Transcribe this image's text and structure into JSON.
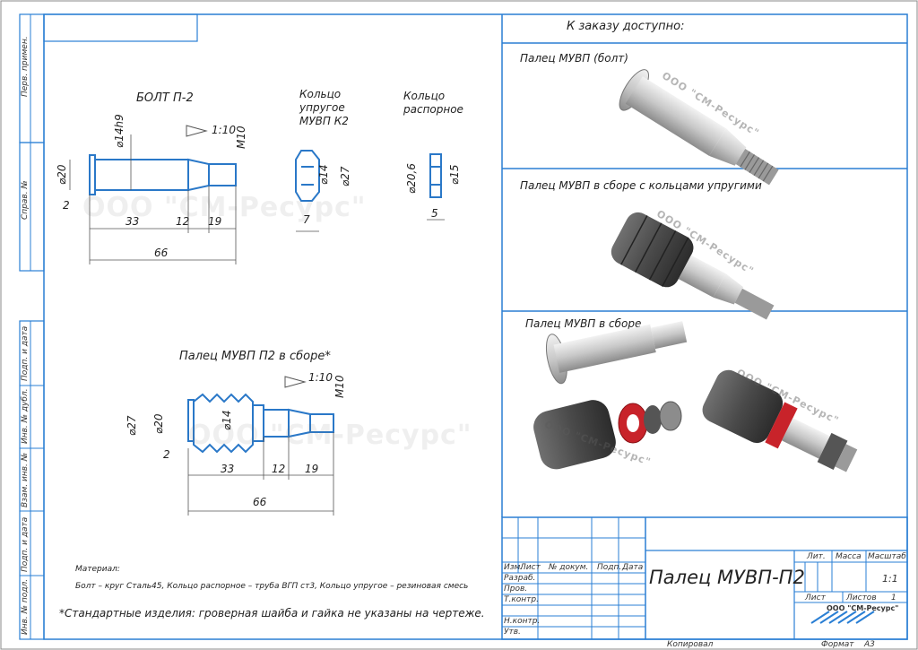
{
  "side_stamps": [
    "Перв. примен.",
    "Справ. №",
    "Подп. и дата",
    "Инв. № дубл.",
    "Взам. инв. №",
    "Подп. и дата",
    "Инв. № подл."
  ],
  "drawing": {
    "bolt": {
      "title": "БОЛТ П-2",
      "dims": {
        "shank_dia": "⌀14h9",
        "taper": "1:10",
        "thread": "M10",
        "head_dia": "⌀20",
        "head_len": "2",
        "l1": "33",
        "l2": "12",
        "l3": "19",
        "total": "66"
      }
    },
    "elastic_ring": {
      "title_lines": [
        "Кольцо",
        "упругое",
        "МУВП К2"
      ],
      "dims": {
        "inner": "⌀14",
        "outer": "⌀27",
        "width": "7"
      }
    },
    "spacer_ring": {
      "title_lines": [
        "Кольцо",
        "распорное"
      ],
      "dims": {
        "outer": "⌀20,6",
        "inner": "⌀15",
        "width": "5"
      }
    },
    "assembly": {
      "title": "Палец МУВП П2 в сборе*",
      "dims": {
        "taper": "1:10",
        "thread": "M10",
        "ring_dia": "⌀27",
        "head_dia": "⌀20",
        "inner": "⌀14",
        "head_len": "2",
        "l1": "33",
        "l2": "12",
        "l3": "19",
        "total": "66"
      }
    },
    "watermark": "ООО \"СМ-Ресурс\"",
    "material_title": "Материал:",
    "material_text": "Болт – круг Сталь45, Кольцо распорное – труба ВГП ст3, Кольцо упругое – резиновая смесь",
    "footnote": "*Стандартные изделия: гроверная шайба и гайка не указаны на чертеже."
  },
  "panel": {
    "header": "К заказу доступно:",
    "items": [
      {
        "title": "Палец МУВП (болт)"
      },
      {
        "title": "Палец МУВП в сборе с кольцами упругими"
      },
      {
        "title": "Палец МУВП в сборе"
      }
    ],
    "photo_watermark": "ООО \"СМ-Ресурс\""
  },
  "title_block": {
    "col_headers": [
      "Изм.",
      "Лист",
      "№ докум.",
      "Подп.",
      "Дата"
    ],
    "rows": [
      "Разраб.",
      "Пров.",
      "Т.контр.",
      "",
      "Н.контр.",
      "Утв."
    ],
    "name": "Палец МУВП-П2",
    "lit": "Лит.",
    "mass": "Масса",
    "scale_label": "Масштаб",
    "scale": "1:1",
    "sheet": "Лист",
    "sheets": "Листов",
    "sheets_count": "1",
    "company": "ООО \"СМ-Ресурс\"",
    "copied": "Копировал",
    "format_label": "Формат",
    "format": "А3"
  },
  "colors": {
    "line": "#2a78c8",
    "frame": "#2a7fd4",
    "ring": "#c8232a"
  }
}
